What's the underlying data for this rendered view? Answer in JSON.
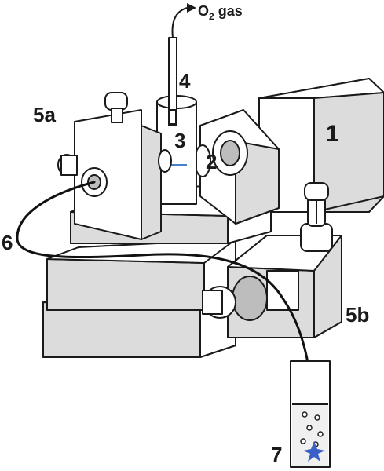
{
  "labels": {
    "gas_main": "O",
    "gas_sub": "2",
    "gas_rest": " gas",
    "n1": "1",
    "n2": "2",
    "n3": "3",
    "n4": "4",
    "n5a": "5a",
    "n5b": "5b",
    "n6": "6",
    "n7": "7"
  },
  "colors": {
    "outline": "#1a1a1a",
    "beam": "#4a7fd0",
    "spark": "#3a5fc8"
  }
}
